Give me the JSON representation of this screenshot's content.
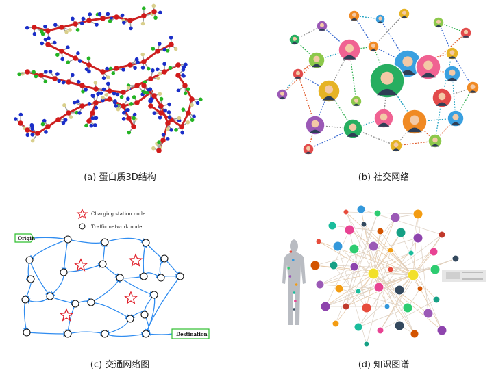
{
  "captions": {
    "a": "(a) 蛋白质3D结构",
    "b": "(b) 社交网络",
    "c": "(c) 交通网络图",
    "d": "(d) 知识图谱"
  },
  "traffic": {
    "legend_charging": "Charging station node",
    "legend_traffic": "Traffic network node",
    "origin_label": "Origin",
    "destination_label": "Destination"
  },
  "colors": {
    "protein_carbon": "#d11a1a",
    "protein_nitrogen": "#1a2ec8",
    "protein_oxygen": "#24b324",
    "protein_sulfur": "#d9cf8c",
    "traffic_edge": "#2f8cf0",
    "charging_star": "#e0202a",
    "od_box": "#2fbf2f",
    "kg_hub": "#f2e02a"
  }
}
